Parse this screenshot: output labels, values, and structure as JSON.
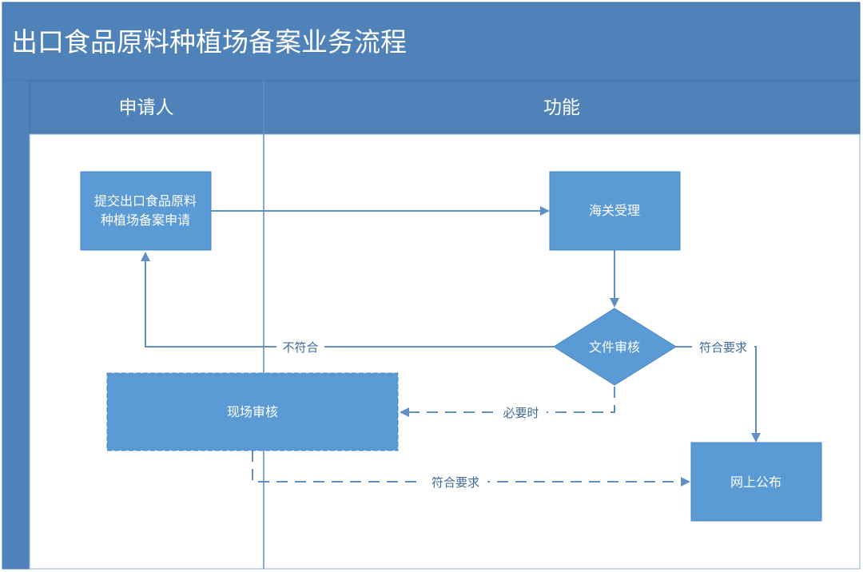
{
  "title": "出口食品原料种植场备案业务流程",
  "lanes": {
    "applicant": "申请人",
    "function": "功能"
  },
  "nodes": {
    "submit_line1": "提交出口食品原料",
    "submit_line2": "种植场备案申请",
    "accept": "海关受理",
    "review": "文件审核",
    "onsite": "现场审核",
    "publish": "网上公布"
  },
  "edges": {
    "not_compliant": "不符合",
    "compliant_1": "符合要求",
    "when_needed": "必要时",
    "compliant_2": "符合要求"
  },
  "colors": {
    "frame": "#5f8fc3",
    "header": "#4f82b9",
    "node_fill": "#5b9bd5",
    "line": "#5f8fc3"
  }
}
